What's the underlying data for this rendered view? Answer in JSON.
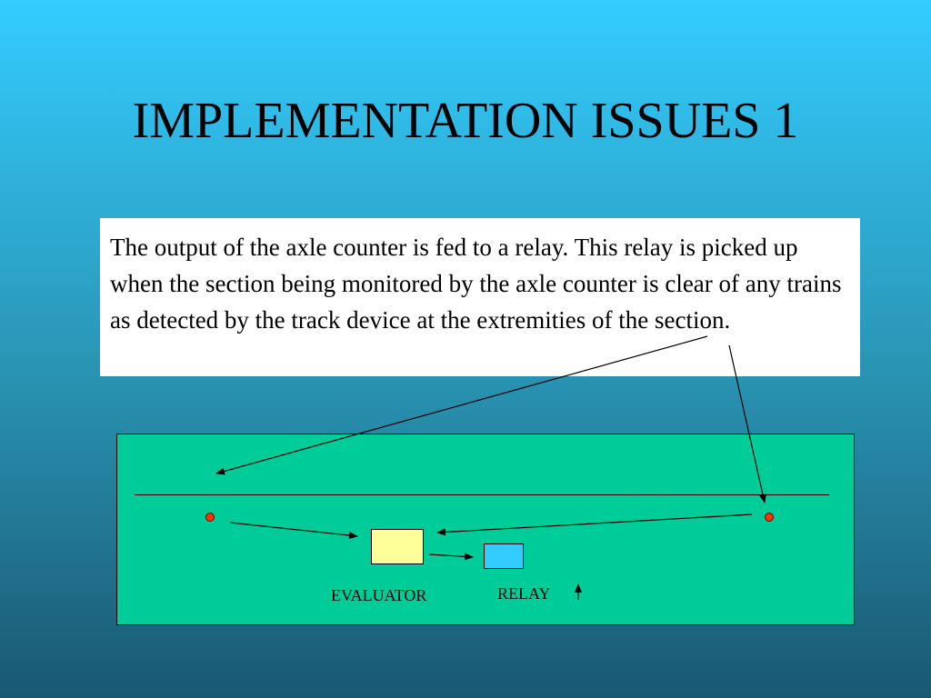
{
  "slide": {
    "title": "IMPLEMENTATION ISSUES 1",
    "paragraph": "The output of the axle counter is fed to a relay. This relay is picked up when the section being monitored by the axle counter is clear of any trains as detected by the track device at the extremities of the section."
  },
  "diagram": {
    "evaluator_label": "EVALUATOR",
    "relay_label": "RELAY",
    "relay_state_symbol": "↑"
  },
  "colors": {
    "background_top": "#33ccff",
    "background_bottom": "#1a5872",
    "diagram_fill": "#00cc99",
    "sensor_fill": "#ff3300",
    "evaluator_fill": "#ffff99",
    "relay_fill": "#33ccff"
  }
}
